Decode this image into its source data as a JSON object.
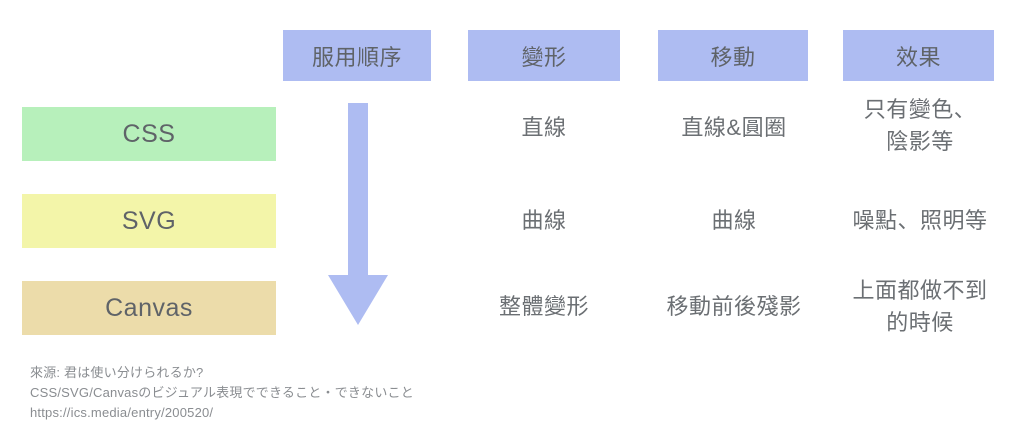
{
  "slide": {
    "background_color": "#ffffff",
    "text_color": "#6b6f73",
    "header_color": "#aebcf2",
    "arrow_color": "#aebcf2"
  },
  "columns": {
    "order": "服用順序",
    "deform": "變形",
    "move": "移動",
    "effect": "效果"
  },
  "rows": [
    {
      "label": "CSS",
      "color": "#b7f0bb",
      "deform": "直線",
      "move": "直線&圓圈",
      "effect_line1": "只有變色、",
      "effect_line2": "陰影等"
    },
    {
      "label": "SVG",
      "color": "#f3f5a9",
      "deform": "曲線",
      "move": "曲線",
      "effect_line1": "噪點、照明等",
      "effect_line2": ""
    },
    {
      "label": "Canvas",
      "color": "#ecdcaa",
      "deform": "整體變形",
      "move": "移動前後殘影",
      "effect_line1": "上面都做不到",
      "effect_line2": "的時候"
    }
  ],
  "arrow": {
    "icon": "arrow-down-icon",
    "direction": "down"
  },
  "source": {
    "line1": "來源: 君は使い分けられるか?",
    "line2": "CSS/SVG/Canvasのビジュアル表現でできること・できないこと",
    "line3": "https://ics.media/entry/200520/"
  }
}
